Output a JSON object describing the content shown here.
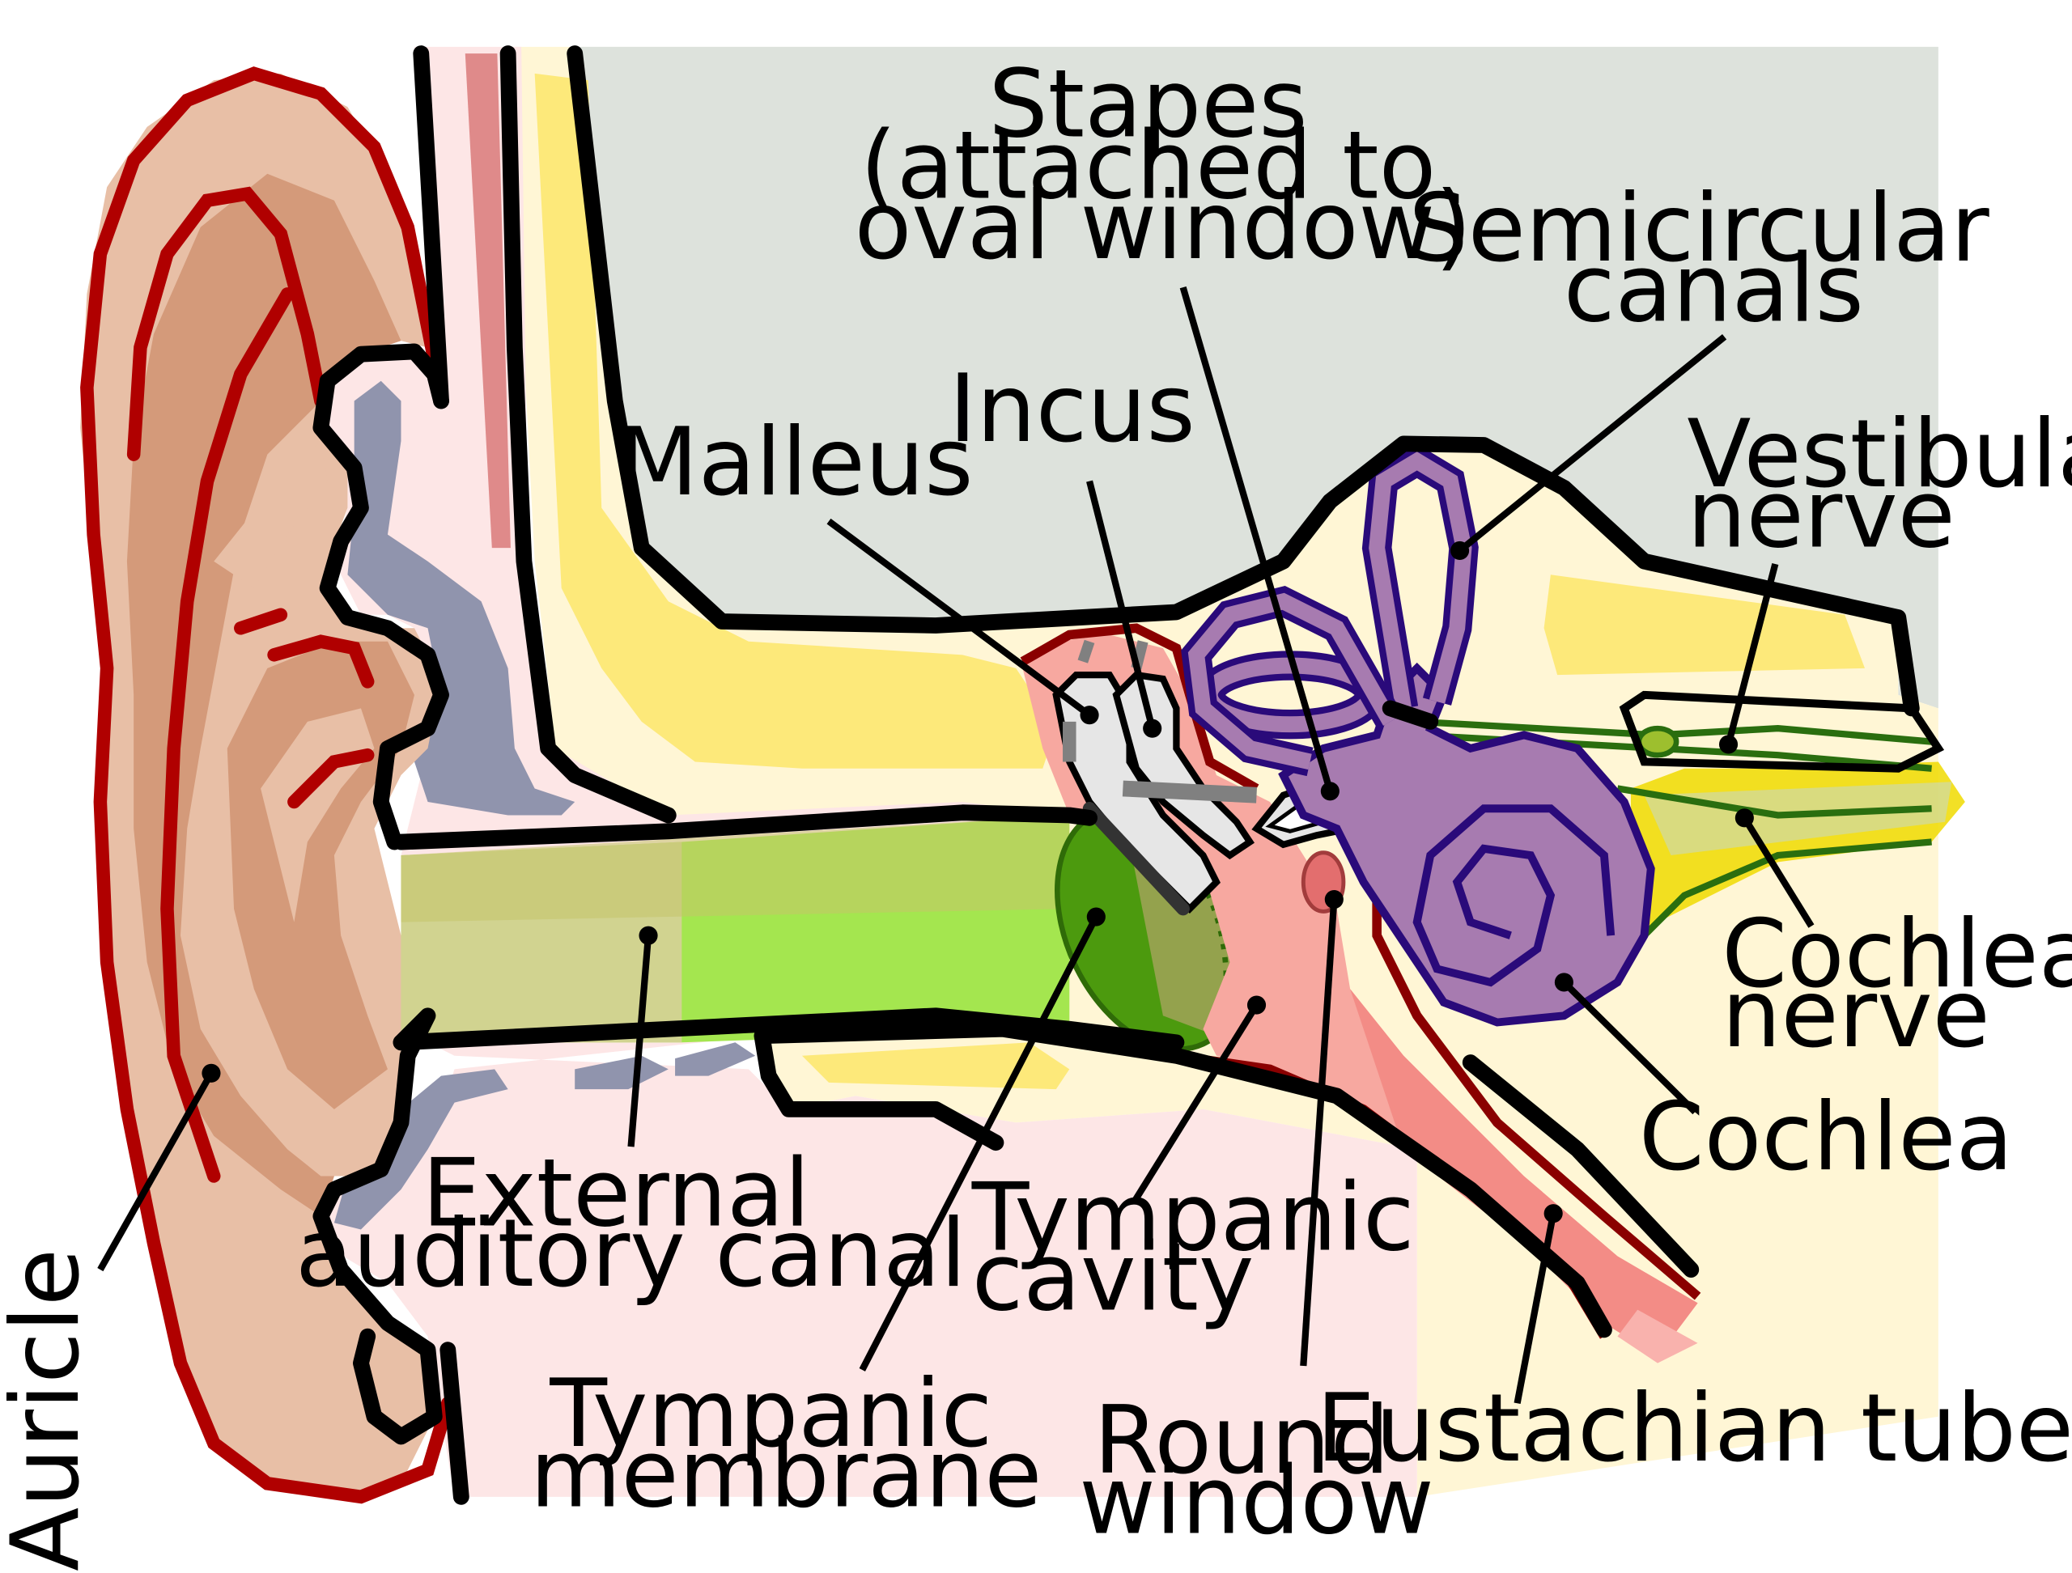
{
  "labels": {
    "stapes": [
      "Stapes",
      "(attached to",
      "oval window)"
    ],
    "semicircular_canals": [
      "Semicircular",
      "canals"
    ],
    "incus": [
      "Incus"
    ],
    "malleus": [
      "Malleus"
    ],
    "vestibular_nerve": [
      "Vestibular",
      "nerve"
    ],
    "cochlear_nerve": [
      "Cochlear",
      "nerve"
    ],
    "cochlea": [
      "Cochlea"
    ],
    "external_auditory_canal": [
      "External",
      "auditory canal"
    ],
    "tympanic_cavity": [
      "Tympanic",
      "cavity"
    ],
    "tympanic_membrane": [
      "Tympanic",
      "membrane"
    ],
    "round_window": [
      "Round",
      "window"
    ],
    "eustachian_tube": [
      "Eustachian tube"
    ],
    "auricle": [
      "Auricle"
    ]
  },
  "colors": {
    "skin": "#e8bfa6",
    "skin_dark": "#d49a7a",
    "ear_outline": "#b00000",
    "bone": "#fde97a",
    "bone_light": "#fff6d5",
    "skull_gray": "#dde2dc",
    "soft_pink": "#fde6e6",
    "cartilage": "#9094ad",
    "canal_green": "#a4e64f",
    "membrane_green": "#4c9a0e",
    "cavity_red": "#f7a8a0",
    "labyrinth_purple": "#a77bb0",
    "labyrinth_outline": "#2a0a7a",
    "nerve_green": "#2a6e0f",
    "ossicle_gray": "#e6e6e6"
  }
}
